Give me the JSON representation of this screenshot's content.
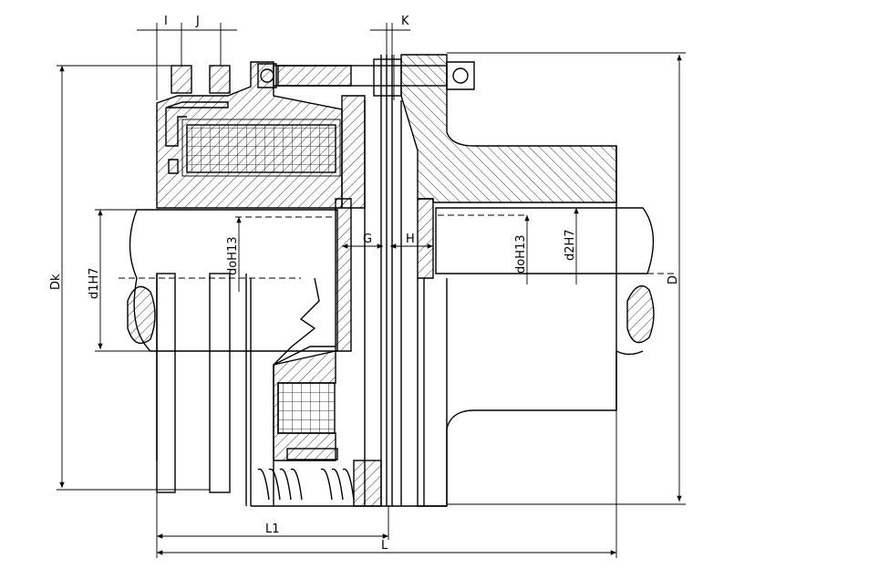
{
  "drawing": {
    "labels": {
      "I": "I",
      "J": "J",
      "K": "K",
      "G": "G",
      "H": "H",
      "Dk": "Dk",
      "d1": "d1H7",
      "do_left": "doH13",
      "do_right": "doH13",
      "d2": "d2H7",
      "D": "D",
      "L1": "L1",
      "L": "L"
    }
  }
}
